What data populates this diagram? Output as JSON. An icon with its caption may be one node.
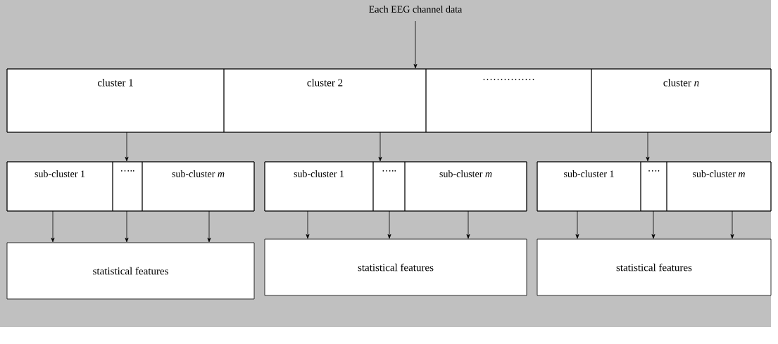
{
  "diagram": {
    "nodes": [
      {
        "text": [
          "Each EEG channel data"
        ]
      },
      {
        "text": [],
        "shape": "box"
      },
      {
        "text": [
          "cluster 1"
        ],
        "in": 1
      },
      {
        "text": [
          "cluster 2"
        ],
        "in": 1
      },
      {
        "text": [
          "……………"
        ],
        "in": 1
      },
      {
        "text": [
          "cluster *n*"
        ],
        "in": 1
      },
      {
        "text": [],
        "shape": "box"
      },
      {
        "text": [
          "sub-cluster 1"
        ],
        "in": 6
      },
      {
        "text": [
          "….."
        ],
        "in": 6
      },
      {
        "text": [
          "sub-cluster *m*"
        ],
        "in": 6
      },
      {
        "text": [],
        "shape": "box"
      },
      {
        "text": [
          "sub-cluster 1"
        ],
        "in": 10
      },
      {
        "text": [
          "….."
        ],
        "in": 10
      },
      {
        "text": [
          "sub-cluster *m*"
        ],
        "in": 10
      },
      {
        "text": [],
        "shape": "box"
      },
      {
        "text": [
          "sub-cluster 1"
        ],
        "in": 14
      },
      {
        "text": [
          "…."
        ],
        "in": 14
      },
      {
        "text": [
          "sub-cluster *m*"
        ],
        "in": 14
      },
      {
        "text": [
          "statistical features"
        ]
      },
      {
        "text": [
          "statistical features"
        ]
      },
      {
        "text": [
          "statistical features"
        ]
      }
    ],
    "edges": [
      {
        "from": 0,
        "to": 1,
        "arrow": "to"
      },
      {
        "from": 2,
        "to": 6,
        "arrow": "to"
      },
      {
        "from": 3,
        "to": 10,
        "arrow": "to"
      },
      {
        "from": 5,
        "to": 14,
        "arrow": "to"
      },
      {
        "from": 7,
        "to": 18,
        "arrow": "to"
      },
      {
        "from": 8,
        "to": 18,
        "arrow": "to"
      },
      {
        "from": 9,
        "to": 18,
        "arrow": "to"
      },
      {
        "from": 11,
        "to": 19,
        "arrow": "to"
      },
      {
        "from": 12,
        "to": 19,
        "arrow": "to"
      },
      {
        "from": 13,
        "to": 19,
        "arrow": "to"
      },
      {
        "from": 15,
        "to": 20,
        "arrow": "to"
      },
      {
        "from": 16,
        "to": 20,
        "arrow": "to"
      },
      {
        "from": 17,
        "to": 20,
        "arrow": "to"
      }
    ]
  }
}
